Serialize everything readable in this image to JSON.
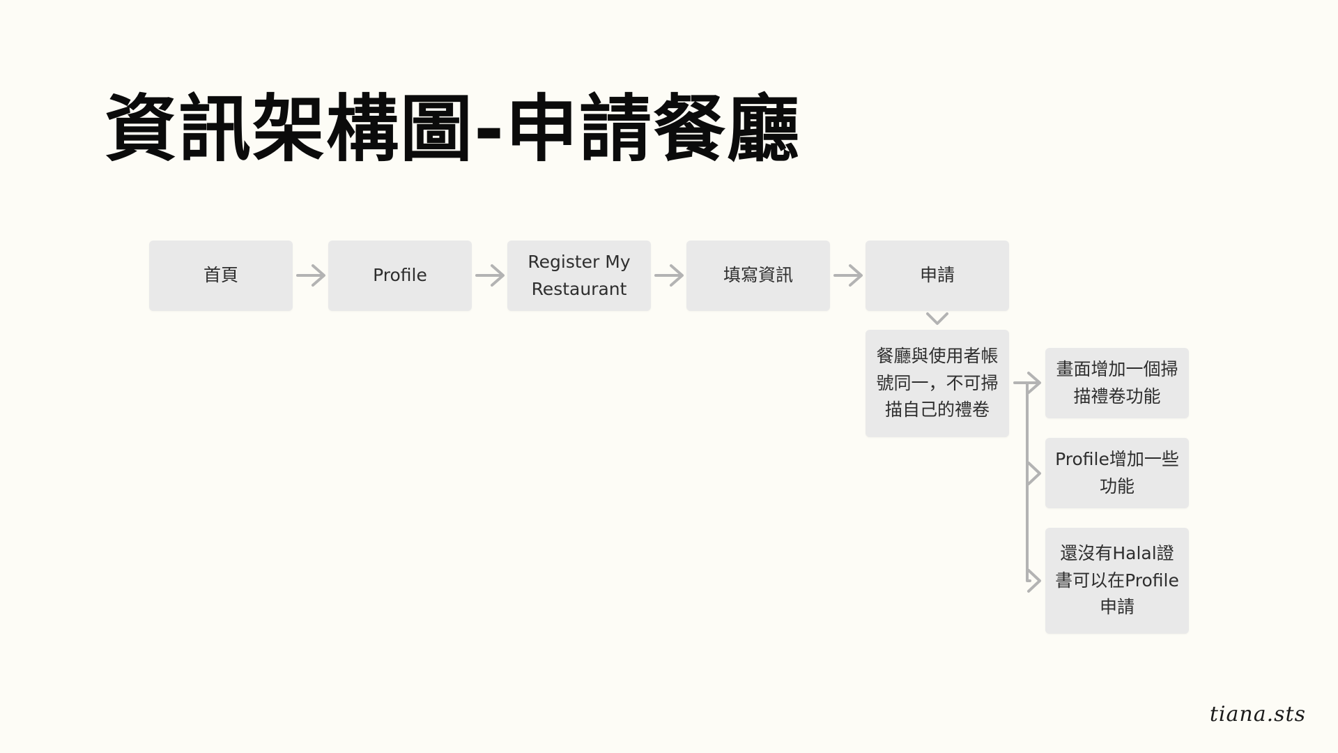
{
  "title": "資訊架構圖-申請餐廳",
  "main_flow": [
    {
      "id": "home",
      "label": "首頁"
    },
    {
      "id": "profile",
      "label": "Profile"
    },
    {
      "id": "register",
      "label": "Register My\nRestaurant"
    },
    {
      "id": "fill-info",
      "label": "填寫資訊"
    },
    {
      "id": "apply",
      "label": "申請"
    }
  ],
  "condition": {
    "label": "餐廳與使用者帳\n號同一，不可掃\n描自己的禮卷"
  },
  "outcomes": [
    {
      "label": "畫面增加一個掃\n描禮卷功能"
    },
    {
      "label": "Profile增加一些\n功能"
    },
    {
      "label": "還沒有Halal證\n書可以在Profile\n申請"
    }
  ],
  "signature": "tiana.sts",
  "colors": {
    "background": "#fdfcf6",
    "box": "#e9e9e9",
    "connector": "#b3b3b3",
    "title": "#0b0b0b"
  }
}
